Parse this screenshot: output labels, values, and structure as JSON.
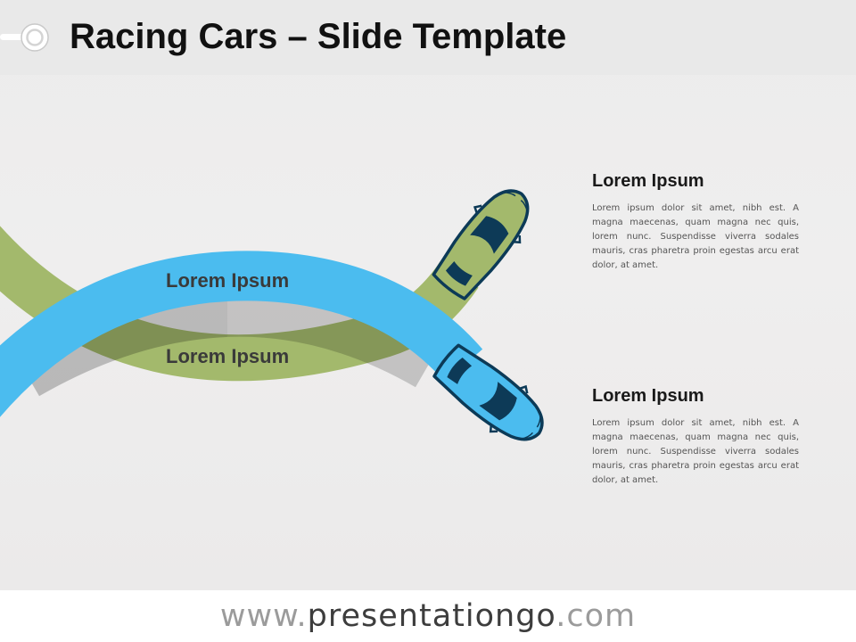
{
  "title": "Racing Cars – Slide Template",
  "tracks": {
    "blue_label": "Lorem Ipsum",
    "green_label": "Lorem Ipsum"
  },
  "blocks": [
    {
      "heading": "Lorem Ipsum",
      "body": "Lorem ipsum dolor sit amet, nibh est. A magna maecenas, quam magna nec quis, lorem nunc. Suspendisse viverra sodales mauris, cras pharetra proin egestas arcu erat dolor, at amet."
    },
    {
      "heading": "Lorem Ipsum",
      "body": "Lorem ipsum dolor sit amet, nibh est. A magna maecenas, quam magna nec quis, lorem nunc. Suspendisse viverra sodales mauris, cras pharetra proin egestas arcu erat dolor, at amet."
    }
  ],
  "footer": {
    "prefix": "www.",
    "domain": "presentationgo",
    "suffix": ".com"
  },
  "colors": {
    "blue_track": "#4bbcef",
    "green_track": "#a3b96c",
    "car_outline": "#0c3a57",
    "car_window": "#0d3a57"
  }
}
